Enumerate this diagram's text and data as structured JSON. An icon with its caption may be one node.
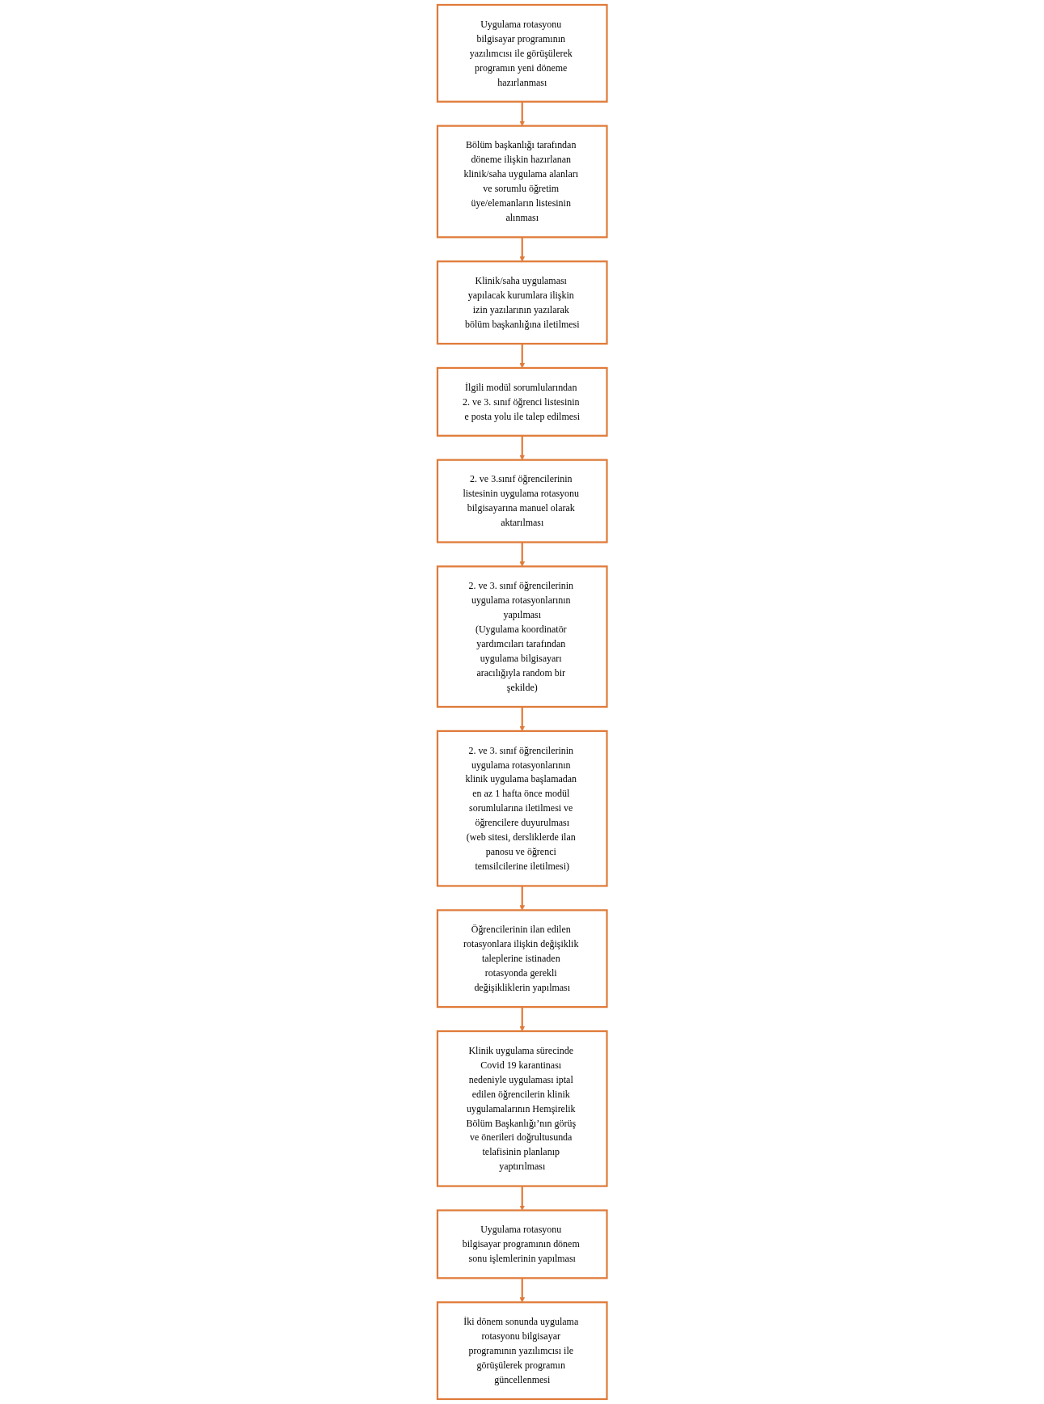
{
  "diagram": {
    "nodes": [
      {
        "text": [
          "Uygulama rotasyonu bilgisayar programının yazılımcısı ile görüşülerek programın yeni döneme hazırlanması"
        ]
      },
      {
        "text": [
          "Bölüm başkanlığı tarafından döneme ilişkin hazırlanan klinik/saha uygulama alanları ve sorumlu öğretim üye/elemanların listesinin alınması"
        ]
      },
      {
        "text": [
          "Klinik/saha uygulaması yapılacak kurumlara ilişkin izin yazılarının yazılarak bölüm başkanlığına iletilmesi"
        ]
      },
      {
        "text": [
          "İlgili modül sorumlularından 2. ve 3. sınıf öğrenci listesinin e posta yolu ile talep edilmesi"
        ]
      },
      {
        "text": [
          "2. ve 3.sınıf öğrencilerinin listesinin uygulama rotasyonu bilgisayarına manuel olarak aktarılması"
        ]
      },
      {
        "text": [
          "2. ve 3. sınıf öğrencilerinin uygulama rotasyonlarının yapılması",
          "(Uygulama koordinatör yardımcıları tarafından uygulama bilgisayarı aracılığıyla random bir şekilde)"
        ]
      },
      {
        "text": [
          "2. ve 3. sınıf öğrencilerinin uygulama rotasyonlarının klinik uygulama başlamadan en az 1 hafta önce modül sorumlularına iletilmesi ve öğrencilere duyurulması",
          "(web sitesi, dersliklerde ilan panosu ve öğrenci temsilcilerine iletilmesi)"
        ]
      },
      {
        "text": [
          "Öğrencilerinin ilan edilen rotasyonlara ilişkin değişiklik taleplerine istinaden rotasyonda gerekli değişikliklerin yapılması"
        ]
      },
      {
        "text": [
          "Klinik uygulama sürecinde Covid 19 karantinası nedeniyle uygulaması iptal edilen öğrencilerin klinik uygulamalarının Hemşirelik Bölüm Başkanlığı’nın görüş ve önerileri doğrultusunda telafisinin planlanıp yaptırılması"
        ]
      },
      {
        "text": [
          "Uygulama rotasyonu bilgisayar programının dönem sonu işlemlerinin yapılması"
        ]
      },
      {
        "text": [
          "İki dönem sonunda uygulama rotasyonu bilgisayar programının yazılımcısı ile görüşülerek programın güncellenmesi"
        ]
      }
    ],
    "edges": [
      {
        "from": 0,
        "to": 1,
        "arrow": "to"
      },
      {
        "from": 1,
        "to": 2,
        "arrow": "to"
      },
      {
        "from": 2,
        "to": 3,
        "arrow": "to"
      },
      {
        "from": 3,
        "to": 4,
        "arrow": "to"
      },
      {
        "from": 4,
        "to": 5,
        "arrow": "to"
      },
      {
        "from": 5,
        "to": 6,
        "arrow": "to"
      },
      {
        "from": 6,
        "to": 7,
        "arrow": "to"
      },
      {
        "from": 7,
        "to": 8,
        "arrow": "to"
      },
      {
        "from": 8,
        "to": 9,
        "arrow": "to"
      },
      {
        "from": 9,
        "to": 10,
        "arrow": "to"
      }
    ]
  }
}
